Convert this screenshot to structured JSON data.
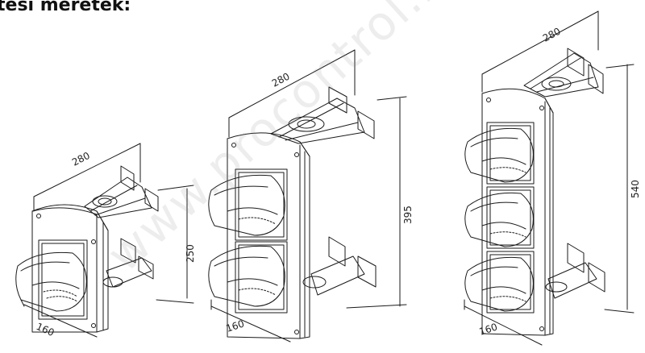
{
  "heading": "tési méretek:",
  "watermark": "www.procontrol.hu",
  "signal_1": {
    "depth": "280",
    "width": "160",
    "height": "250"
  },
  "signal_2": {
    "depth": "280",
    "width": "160",
    "height": "395"
  },
  "signal_3": {
    "depth": "280",
    "width": "160",
    "height": "540"
  }
}
